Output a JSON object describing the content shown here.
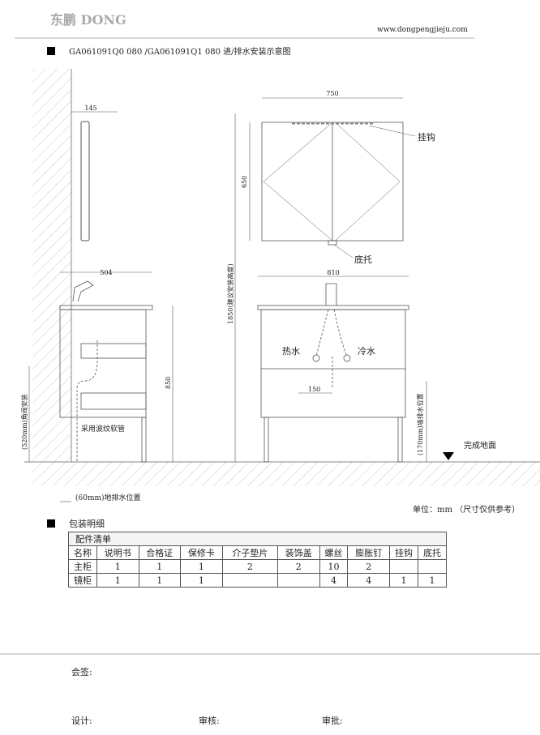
{
  "header": {
    "logo": "东鹏 DONG",
    "website": "www.dongpengjieju.com",
    "title": "GA061091Q0 080 /GA061091Q1 080 进/排水安装示意图"
  },
  "drawing": {
    "dim_mirror_depth": "145",
    "dim_mirror_width": "750",
    "dim_mirror_height": "650",
    "hook": "挂钩",
    "bracket": "底托",
    "dim_cabinet_depth": "504",
    "dim_cabinet_width": "810",
    "dim_cabinet_height": "850",
    "dim_install_height": "1850(建议安装高度)",
    "hot_water": "热水",
    "cold_water": "冷水",
    "dim_valve_spacing": "150",
    "wall_drain": "(170mm)墙排水位置",
    "finished_floor": "完成地面",
    "angle_valve": "(520mm)角阀安装",
    "bellows_hose": "采用波纹软管",
    "floor_drain": "(60mm)地排水位置",
    "unit_note": "单位：mm （尺寸仅供参考）"
  },
  "packing": {
    "section_title": "包装明细",
    "table_title": "配件清单",
    "columns": [
      "名称",
      "说明书",
      "合格证",
      "保修卡",
      "介子垫片",
      "装饰盖",
      "螺丝",
      "膨胀钉",
      "挂钩",
      "底托"
    ],
    "rows": [
      [
        "主柜",
        "1",
        "1",
        "1",
        "2",
        "2",
        "10",
        "2",
        "",
        ""
      ],
      [
        "镜柜",
        "1",
        "1",
        "1",
        "",
        "",
        "4",
        "4",
        "1",
        "1"
      ]
    ]
  },
  "footer": {
    "countersign": "会签:",
    "design": "设计:",
    "review": "审核:",
    "approve": "审批:"
  }
}
